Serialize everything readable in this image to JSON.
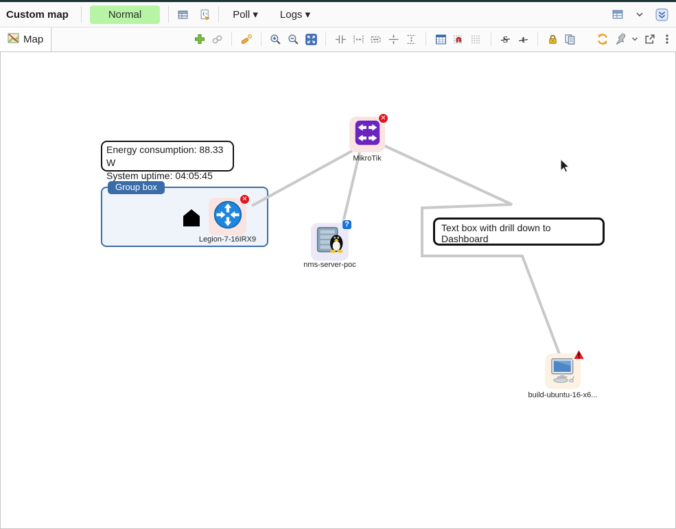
{
  "header": {
    "title": "Custom map",
    "status_label": "Normal",
    "poll_label": "Poll ▾",
    "logs_label": "Logs ▾",
    "icons": [
      "properties-table-icon",
      "execute-script-icon",
      "table-view-icon",
      "chevron-down-icon",
      "collapse-view-icon"
    ],
    "status_color": "#b7f4a5"
  },
  "tabbar": {
    "tab_label": "Map"
  },
  "toolbar": {
    "icons": [
      "add-object-icon",
      "link-objects-icon",
      "magic-wand-icon",
      "zoom-in-icon",
      "zoom-out-icon",
      "zoom-fit-icon",
      "align-horizontal-icon",
      "distribute-horizontal-icon",
      "same-width-icon",
      "align-vertical-icon",
      "distribute-vertical-icon",
      "snap-to-grid-icon",
      "align-to-grid-icon",
      "show-grid-icon",
      "hide-status-icon",
      "hide-link-labels-icon",
      "lock-icon",
      "copy-icon",
      "refresh-icon",
      "pin-icon",
      "pin-chevron-icon",
      "open-window-icon",
      "kebab-menu-icon"
    ]
  },
  "map": {
    "group_box": {
      "title": "Group box"
    },
    "textboxes": [
      {
        "lines": [
          "Energy consumption: 88.33 W",
          "System uptime: 04:05:45"
        ]
      },
      {
        "lines": [
          "Text box with drill down to Dashboard"
        ]
      }
    ],
    "nodes": [
      {
        "label": "MikroTik",
        "type": "switch",
        "status": "critical"
      },
      {
        "label": "Legion-7-16IRX9",
        "type": "router",
        "status": "critical"
      },
      {
        "label": "nms-server-poc",
        "type": "linux-server",
        "status": "unknown"
      },
      {
        "label": "build-ubuntu-16-x6...",
        "type": "workstation",
        "status": "warning"
      }
    ],
    "links": [
      {
        "from": "MikroTik",
        "to": "Legion-7-16IRX9"
      },
      {
        "from": "MikroTik",
        "to": "nms-server-poc"
      },
      {
        "from": "MikroTik",
        "to": "build-ubuntu-16-x6..."
      }
    ],
    "colors": {
      "link": "#c9c9c9",
      "critical_badge": "#e0131e",
      "unknown_badge": "#1c71d8",
      "warning_badge": "#e01b24",
      "group_box": "#3a6ca8",
      "node_bg_critical": "#f9e4e2",
      "mikrotik_icon": "#6b24c0",
      "router_icon": "#1e87dd"
    }
  }
}
